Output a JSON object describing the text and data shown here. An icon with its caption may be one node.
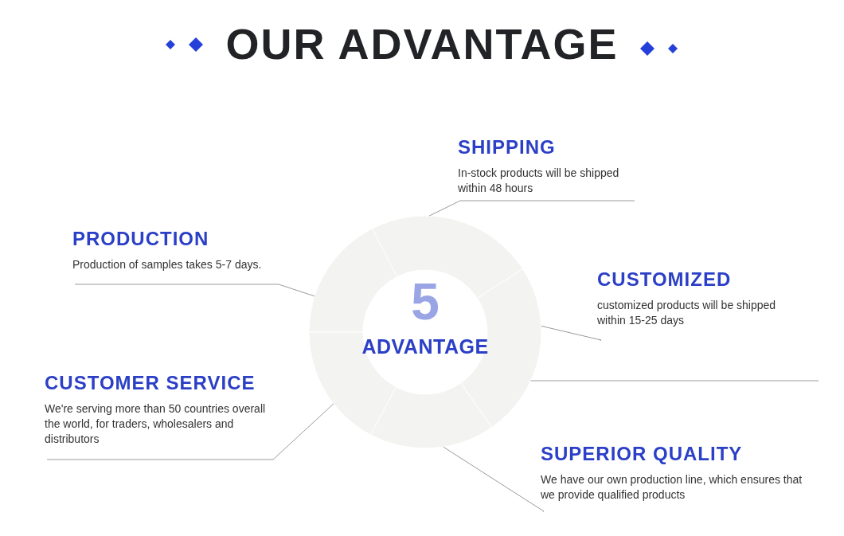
{
  "diagram": {
    "title": "OUR ADVANTAGE",
    "nodes": [
      {
        "text": [
          "SHIPPING",
          "In-stock products will be shipped within 48 hours"
        ]
      },
      {
        "text": [
          "PRODUCTION",
          "Production of samples takes 5-7 days."
        ]
      },
      {
        "text": [
          "CUSTOMIZED",
          "customized products will be shipped within 15-25 days"
        ]
      },
      {
        "text": [
          "CUSTOMER SERVICE",
          "We're serving more than 50 countries overall the world, for traders, wholesalers and distributors"
        ]
      },
      {
        "text": [
          "SUPERIOR QUALITY",
          "We have our own production line, which ensures that we provide qualified products"
        ]
      },
      {
        "text": [
          "5",
          "ADVANTAGE"
        ]
      },
      {
        "text": [],
        "shape": "segment"
      },
      {
        "text": [],
        "shape": "segment"
      },
      {
        "text": [],
        "shape": "segment"
      },
      {
        "text": [],
        "shape": "segment"
      },
      {
        "text": [],
        "shape": "segment"
      }
    ],
    "edges": [
      {
        "from": 0,
        "to": 7,
        "arrow": "none"
      },
      {
        "from": 1,
        "to": 6,
        "arrow": "none"
      },
      {
        "from": 2,
        "to": 8,
        "arrow": "none"
      },
      {
        "from": 3,
        "to": 10,
        "arrow": "none"
      },
      {
        "from": 4,
        "to": 9,
        "arrow": "none"
      },
      {
        "from": 8,
        "to": null,
        "arrow": "none"
      }
    ]
  }
}
